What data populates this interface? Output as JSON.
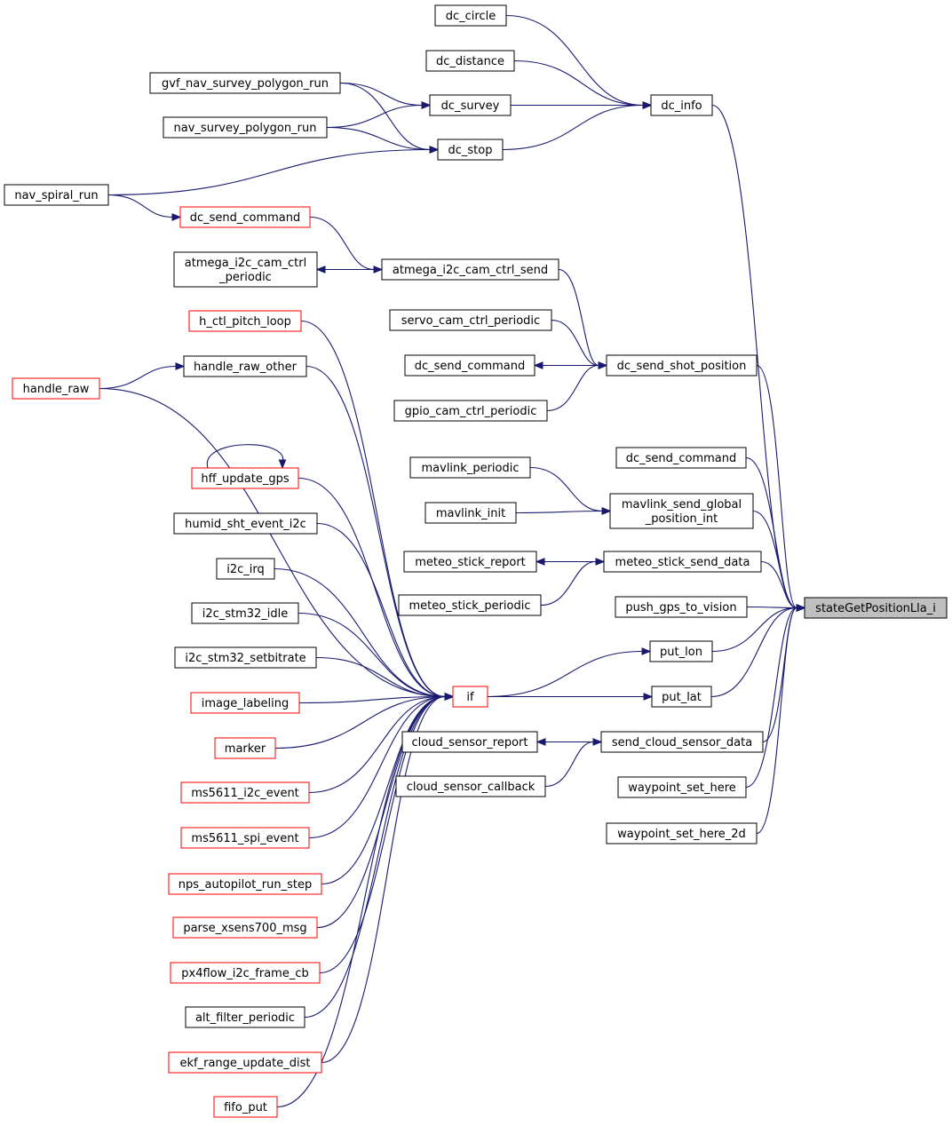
{
  "colors": {
    "edge": "#191970",
    "node_border": "#000000",
    "truncated_border": "#ff0000",
    "target_fill": "#bfbfbf"
  },
  "nodes": {
    "dc_circle": {
      "lines": [
        "dc_circle"
      ],
      "truncated": false
    },
    "dc_distance": {
      "lines": [
        "dc_distance"
      ],
      "truncated": false
    },
    "gvf_nav_survey_polygon_run": {
      "lines": [
        "gvf_nav_survey_polygon_run"
      ],
      "truncated": false
    },
    "dc_survey": {
      "lines": [
        "dc_survey"
      ],
      "truncated": false
    },
    "dc_info": {
      "lines": [
        "dc_info"
      ],
      "truncated": false
    },
    "nav_survey_polygon_run": {
      "lines": [
        "nav_survey_polygon_run"
      ],
      "truncated": false
    },
    "dc_stop": {
      "lines": [
        "dc_stop"
      ],
      "truncated": false
    },
    "nav_spiral_run": {
      "lines": [
        "nav_spiral_run"
      ],
      "truncated": false
    },
    "dc_send_command_red": {
      "lines": [
        "dc_send_command"
      ],
      "truncated": true
    },
    "atmega_i2c_cam_ctrl_periodic": {
      "lines": [
        "atmega_i2c_cam_ctrl",
        "_periodic"
      ],
      "truncated": false
    },
    "atmega_i2c_cam_ctrl_send": {
      "lines": [
        "atmega_i2c_cam_ctrl_send"
      ],
      "truncated": false
    },
    "h_ctl_pitch_loop": {
      "lines": [
        "h_ctl_pitch_loop"
      ],
      "truncated": true
    },
    "servo_cam_ctrl_periodic": {
      "lines": [
        "servo_cam_ctrl_periodic"
      ],
      "truncated": false
    },
    "handle_raw_other": {
      "lines": [
        "handle_raw_other"
      ],
      "truncated": false
    },
    "dc_send_command_mid": {
      "lines": [
        "dc_send_command"
      ],
      "truncated": false
    },
    "dc_send_shot_position": {
      "lines": [
        "dc_send_shot_position"
      ],
      "truncated": false
    },
    "handle_raw": {
      "lines": [
        "handle_raw"
      ],
      "truncated": true
    },
    "gpio_cam_ctrl_periodic": {
      "lines": [
        "gpio_cam_ctrl_periodic"
      ],
      "truncated": false
    },
    "dc_send_command_right": {
      "lines": [
        "dc_send_command"
      ],
      "truncated": false
    },
    "mavlink_periodic": {
      "lines": [
        "mavlink_periodic"
      ],
      "truncated": false
    },
    "hff_update_gps": {
      "lines": [
        "hff_update_gps"
      ],
      "truncated": true
    },
    "mavlink_send_global_position_int": {
      "lines": [
        "mavlink_send_global",
        "_position_int"
      ],
      "truncated": false
    },
    "mavlink_init": {
      "lines": [
        "mavlink_init"
      ],
      "truncated": false
    },
    "humid_sht_event_i2c": {
      "lines": [
        "humid_sht_event_i2c"
      ],
      "truncated": false
    },
    "meteo_stick_report": {
      "lines": [
        "meteo_stick_report"
      ],
      "truncated": false
    },
    "meteo_stick_send_data": {
      "lines": [
        "meteo_stick_send_data"
      ],
      "truncated": false
    },
    "i2c_irq": {
      "lines": [
        "i2c_irq"
      ],
      "truncated": false
    },
    "stateGetPositionLla_i": {
      "lines": [
        "stateGetPositionLla_i"
      ],
      "truncated": false
    },
    "meteo_stick_periodic": {
      "lines": [
        "meteo_stick_periodic"
      ],
      "truncated": false
    },
    "push_gps_to_vision": {
      "lines": [
        "push_gps_to_vision"
      ],
      "truncated": false
    },
    "i2c_stm32_idle": {
      "lines": [
        "i2c_stm32_idle"
      ],
      "truncated": false
    },
    "put_lon": {
      "lines": [
        "put_lon"
      ],
      "truncated": false
    },
    "i2c_stm32_setbitrate": {
      "lines": [
        "i2c_stm32_setbitrate"
      ],
      "truncated": false
    },
    "if": {
      "lines": [
        "if"
      ],
      "truncated": true
    },
    "put_lat": {
      "lines": [
        "put_lat"
      ],
      "truncated": false
    },
    "image_labeling": {
      "lines": [
        "image_labeling"
      ],
      "truncated": true
    },
    "marker": {
      "lines": [
        "marker"
      ],
      "truncated": true
    },
    "cloud_sensor_report": {
      "lines": [
        "cloud_sensor_report"
      ],
      "truncated": false
    },
    "send_cloud_sensor_data": {
      "lines": [
        "send_cloud_sensor_data"
      ],
      "truncated": false
    },
    "ms5611_i2c_event": {
      "lines": [
        "ms5611_i2c_event"
      ],
      "truncated": true
    },
    "cloud_sensor_callback": {
      "lines": [
        "cloud_sensor_callback"
      ],
      "truncated": false
    },
    "waypoint_set_here": {
      "lines": [
        "waypoint_set_here"
      ],
      "truncated": false
    },
    "ms5611_spi_event": {
      "lines": [
        "ms5611_spi_event"
      ],
      "truncated": true
    },
    "waypoint_set_here_2d": {
      "lines": [
        "waypoint_set_here_2d"
      ],
      "truncated": false
    },
    "nps_autopilot_run_step": {
      "lines": [
        "nps_autopilot_run_step"
      ],
      "truncated": true
    },
    "parse_xsens700_msg": {
      "lines": [
        "parse_xsens700_msg"
      ],
      "truncated": true
    },
    "px4flow_i2c_frame_cb": {
      "lines": [
        "px4flow_i2c_frame_cb"
      ],
      "truncated": true
    },
    "alt_filter_periodic": {
      "lines": [
        "alt_filter_periodic"
      ],
      "truncated": false
    },
    "ekf_range_update_dist": {
      "lines": [
        "ekf_range_update_dist"
      ],
      "truncated": true
    },
    "fifo_put": {
      "lines": [
        "fifo_put"
      ],
      "truncated": true
    }
  },
  "edges": [
    {
      "from": "dc_circle",
      "to": "dc_info"
    },
    {
      "from": "dc_distance",
      "to": "dc_info"
    },
    {
      "from": "dc_survey",
      "to": "dc_info"
    },
    {
      "from": "dc_stop",
      "to": "dc_info"
    },
    {
      "from": "gvf_nav_survey_polygon_run",
      "to": "dc_survey"
    },
    {
      "from": "gvf_nav_survey_polygon_run",
      "to": "dc_stop"
    },
    {
      "from": "nav_survey_polygon_run",
      "to": "dc_survey"
    },
    {
      "from": "nav_survey_polygon_run",
      "to": "dc_stop"
    },
    {
      "from": "nav_spiral_run",
      "to": "dc_stop"
    },
    {
      "from": "nav_spiral_run",
      "to": "dc_send_command_red"
    },
    {
      "from": "dc_send_command_red",
      "to": "atmega_i2c_cam_ctrl_send"
    },
    {
      "from": "atmega_i2c_cam_ctrl_send",
      "to": "atmega_i2c_cam_ctrl_periodic"
    },
    {
      "from": "atmega_i2c_cam_ctrl_send",
      "to": "dc_send_shot_position"
    },
    {
      "from": "servo_cam_ctrl_periodic",
      "to": "dc_send_shot_position"
    },
    {
      "from": "dc_send_shot_position",
      "to": "dc_send_command_mid"
    },
    {
      "from": "gpio_cam_ctrl_periodic",
      "to": "dc_send_shot_position"
    },
    {
      "from": "handle_raw",
      "to": "handle_raw_other"
    },
    {
      "from": "hff_update_gps",
      "to": "hff_update_gps"
    },
    {
      "from": "mavlink_periodic",
      "to": "mavlink_send_global_position_int"
    },
    {
      "from": "mavlink_init",
      "to": "mavlink_send_global_position_int"
    },
    {
      "from": "meteo_stick_send_data",
      "to": "meteo_stick_report"
    },
    {
      "from": "meteo_stick_periodic",
      "to": "meteo_stick_send_data"
    },
    {
      "from": "send_cloud_sensor_data",
      "to": "cloud_sensor_report"
    },
    {
      "from": "cloud_sensor_callback",
      "to": "send_cloud_sensor_data"
    },
    {
      "from": "if",
      "to": "put_lon"
    },
    {
      "from": "if",
      "to": "put_lat"
    },
    {
      "from": "image_labeling",
      "to": "if"
    },
    {
      "from": "h_ctl_pitch_loop",
      "to": "if"
    },
    {
      "from": "handle_raw_other",
      "to": "if"
    },
    {
      "from": "handle_raw",
      "to": "if"
    },
    {
      "from": "hff_update_gps",
      "to": "if"
    },
    {
      "from": "humid_sht_event_i2c",
      "to": "if"
    },
    {
      "from": "i2c_irq",
      "to": "if"
    },
    {
      "from": "i2c_stm32_idle",
      "to": "if"
    },
    {
      "from": "i2c_stm32_setbitrate",
      "to": "if"
    },
    {
      "from": "marker",
      "to": "if"
    },
    {
      "from": "ms5611_i2c_event",
      "to": "if"
    },
    {
      "from": "ms5611_spi_event",
      "to": "if"
    },
    {
      "from": "nps_autopilot_run_step",
      "to": "if"
    },
    {
      "from": "parse_xsens700_msg",
      "to": "if"
    },
    {
      "from": "px4flow_i2c_frame_cb",
      "to": "if"
    },
    {
      "from": "alt_filter_periodic",
      "to": "if"
    },
    {
      "from": "ekf_range_update_dist",
      "to": "if"
    },
    {
      "from": "fifo_put",
      "to": "if"
    },
    {
      "from": "dc_info",
      "to": "stateGetPositionLla_i"
    },
    {
      "from": "dc_send_shot_position",
      "to": "stateGetPositionLla_i"
    },
    {
      "from": "dc_send_command_right",
      "to": "stateGetPositionLla_i"
    },
    {
      "from": "mavlink_send_global_position_int",
      "to": "stateGetPositionLla_i"
    },
    {
      "from": "meteo_stick_send_data",
      "to": "stateGetPositionLla_i"
    },
    {
      "from": "push_gps_to_vision",
      "to": "stateGetPositionLla_i"
    },
    {
      "from": "put_lon",
      "to": "stateGetPositionLla_i"
    },
    {
      "from": "put_lat",
      "to": "stateGetPositionLla_i"
    },
    {
      "from": "send_cloud_sensor_data",
      "to": "stateGetPositionLla_i"
    },
    {
      "from": "waypoint_set_here",
      "to": "stateGetPositionLla_i"
    },
    {
      "from": "waypoint_set_here_2d",
      "to": "stateGetPositionLla_i"
    }
  ]
}
